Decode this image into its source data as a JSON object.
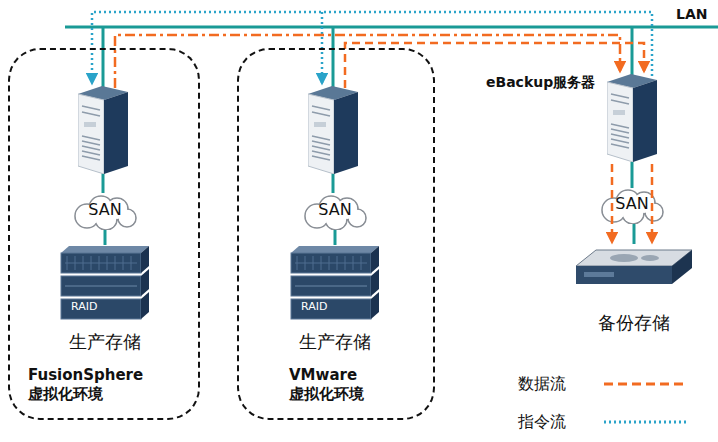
{
  "diagram": {
    "nodes": [
      {
        "text": [
          "FusionSphere 虚拟化环境"
        ]
      },
      {
        "text": [
          "SAN"
        ],
        "in": 0
      },
      {
        "text": [
          "RAID",
          "生产存储"
        ],
        "in": 0
      },
      {
        "text": [
          "VMware 虚拟化环境"
        ]
      },
      {
        "text": [
          "SAN"
        ],
        "in": 3
      },
      {
        "text": [
          "RAID",
          "生产存储"
        ],
        "in": 3
      },
      {
        "text": [
          "eBackup服务器"
        ]
      },
      {
        "text": [
          "SAN"
        ]
      },
      {
        "text": [
          "备份存储"
        ]
      }
    ],
    "edges": [
      {
        "from": 1,
        "to": 2,
        "arrow": "none"
      },
      {
        "from": 4,
        "to": 5,
        "arrow": "none"
      },
      {
        "from": 6,
        "to": 7,
        "arrow": "none"
      },
      {
        "from": 7,
        "to": 8,
        "arrow": "none"
      }
    ],
    "labels": [
      "LAN"
    ],
    "legend": [
      {
        "text": "数据流"
      },
      {
        "text": "指令流"
      }
    ]
  }
}
